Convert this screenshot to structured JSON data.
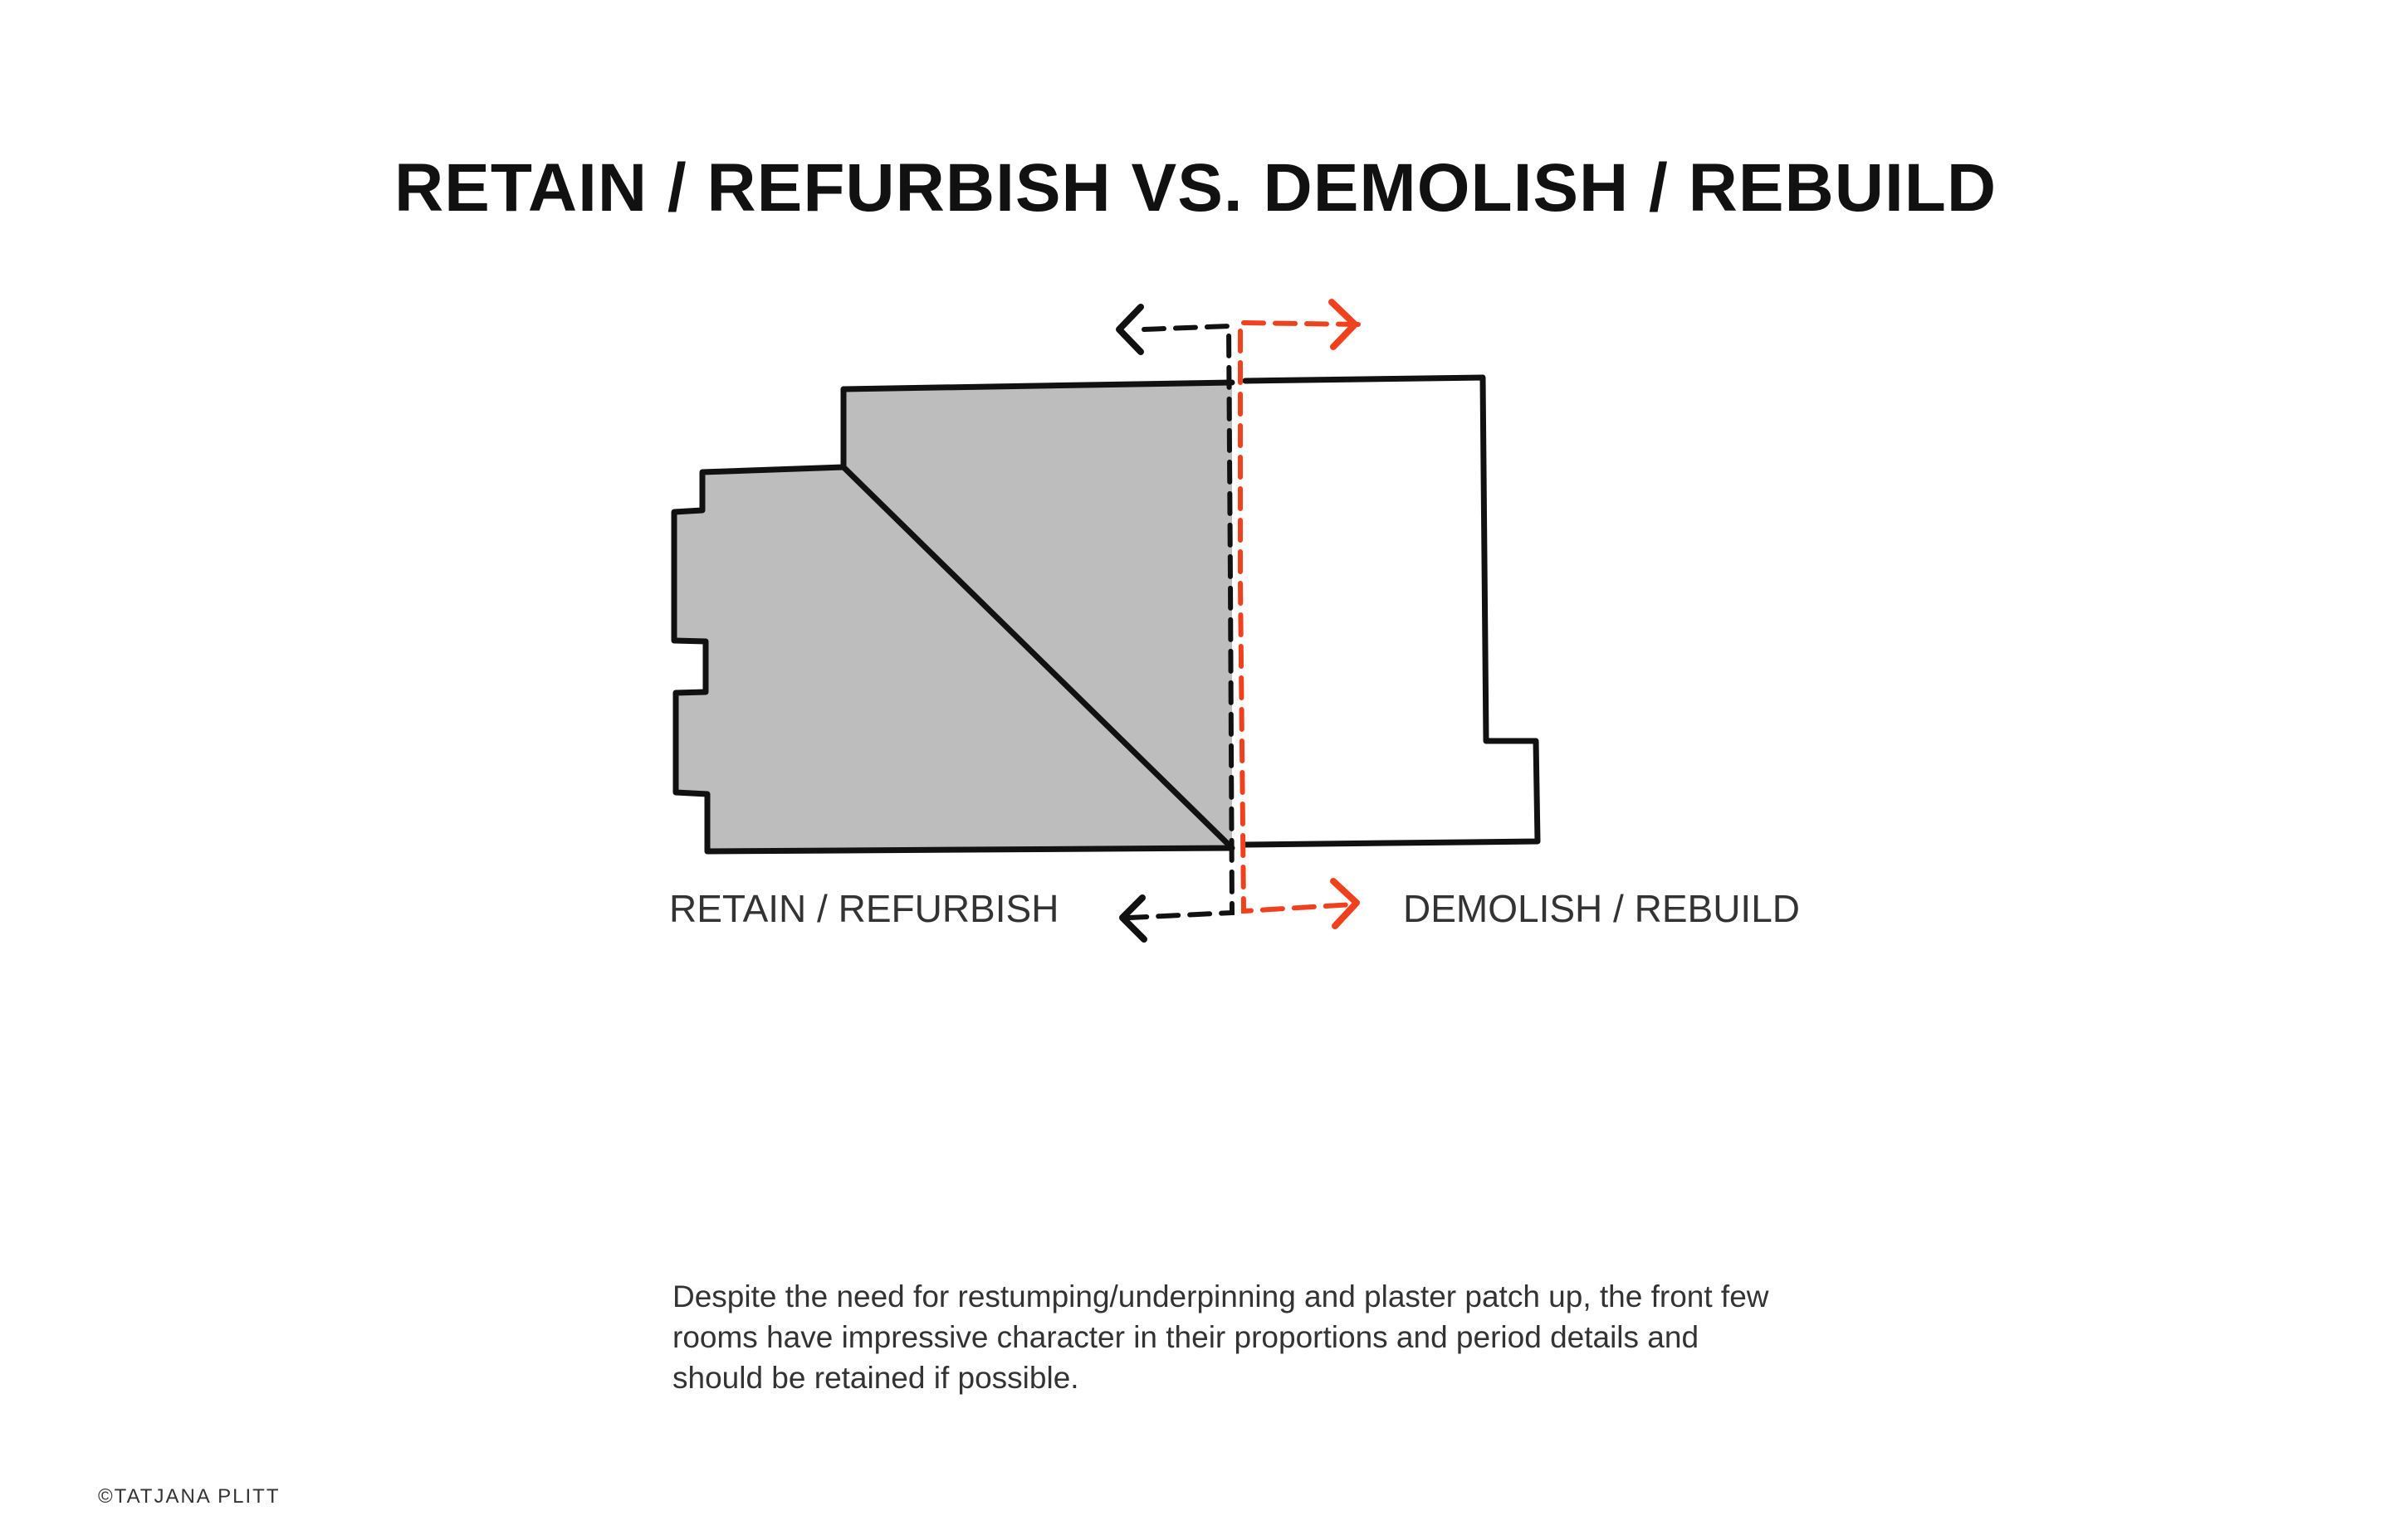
{
  "title": "RETAIN / REFURBISH VS. DEMOLISH / REBUILD",
  "labels": {
    "retain": "RETAIN / REFURBISH",
    "demolish": "DEMOLISH / REBUILD"
  },
  "caption": "Despite the need for restumping/underpinning and plaster patch up, the front few rooms have impressive character in their proportions and period details and should be retained if possible.",
  "copyright": "©TATJANA PLITT",
  "colors": {
    "retain_fill": "#bdbdbd",
    "retain_line": "#111111",
    "demolish_line": "#f0411e",
    "outline": "#111111"
  }
}
